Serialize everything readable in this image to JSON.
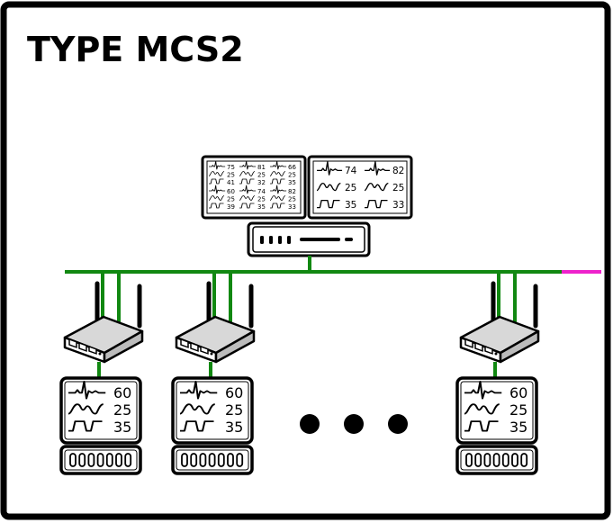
{
  "title": "TYPE MCS2",
  "colors": {
    "frame": "#000000",
    "network_line": "#118811",
    "external_link": "#ee22cc",
    "background": "#ffffff"
  },
  "central_station": {
    "left_monitor": {
      "cells": [
        [
          "75",
          "25",
          "41"
        ],
        [
          "81",
          "25",
          "32"
        ],
        [
          "66",
          "25",
          "35"
        ],
        [
          "60",
          "25",
          "39"
        ],
        [
          "74",
          "25",
          "35"
        ],
        [
          "82",
          "25",
          "33"
        ]
      ]
    },
    "right_monitor": {
      "rows": [
        [
          "74",
          "82"
        ],
        [
          "25",
          "25"
        ],
        [
          "35",
          "33"
        ]
      ]
    },
    "server_icon": "network-switch-icon"
  },
  "bedside_units": [
    {
      "values": [
        "60",
        "25",
        "35"
      ],
      "router_icon": "wireless-router-icon"
    },
    {
      "values": [
        "60",
        "25",
        "35"
      ],
      "router_icon": "wireless-router-icon"
    },
    {
      "values": [
        "60",
        "25",
        "35"
      ],
      "router_icon": "wireless-router-icon"
    }
  ],
  "ellipsis_icon": "ellipsis-icon"
}
